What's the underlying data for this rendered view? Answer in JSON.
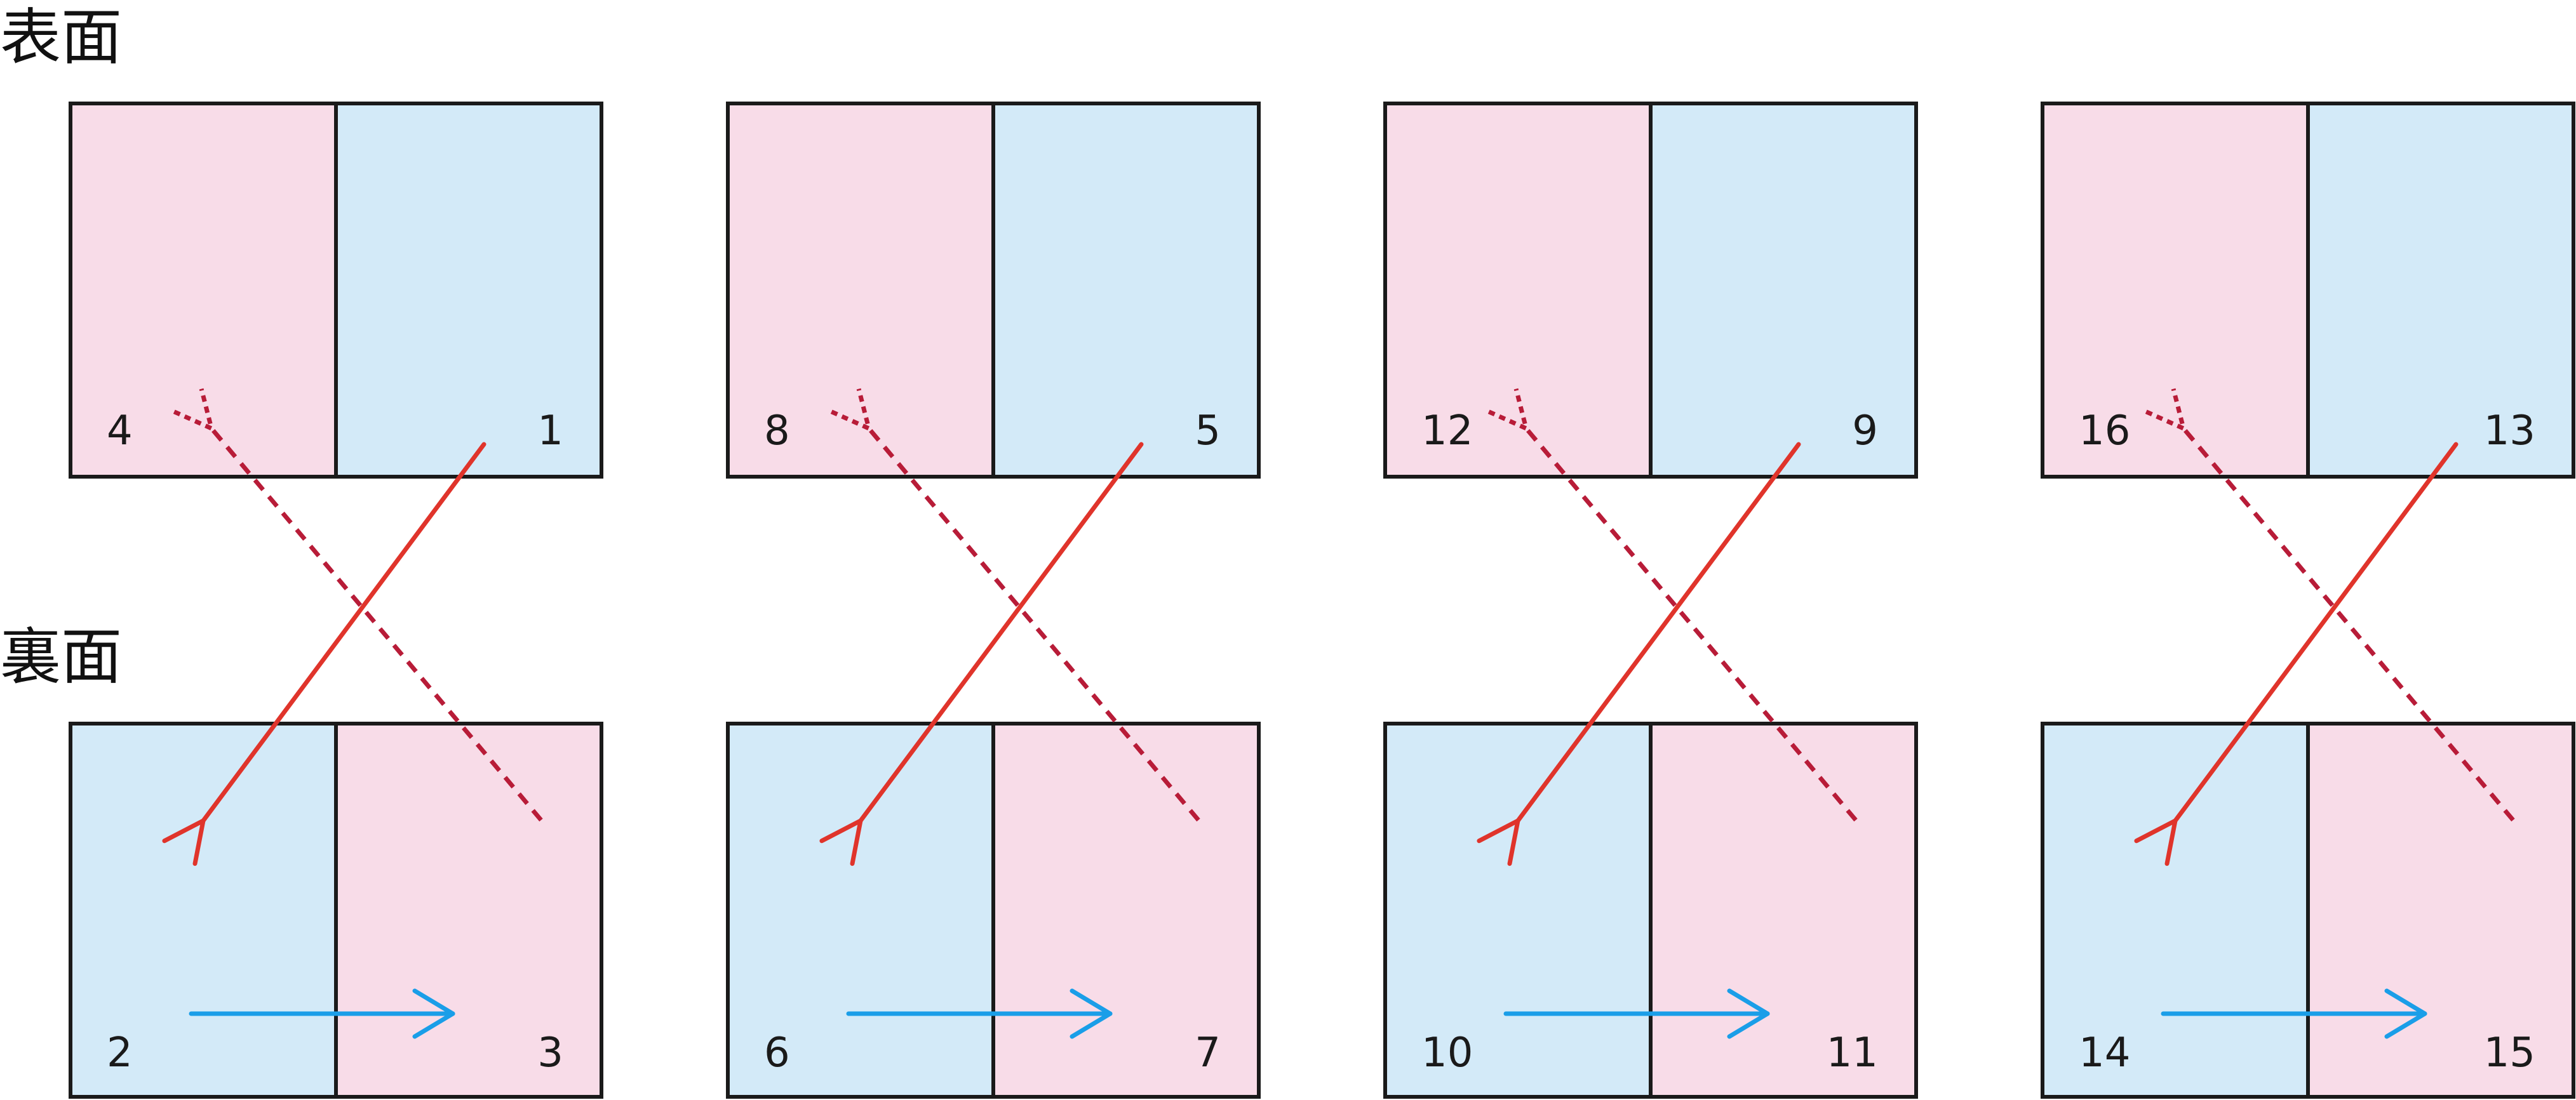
{
  "labels": {
    "front": "表面",
    "back": "裏面"
  },
  "colors": {
    "pink_panel": "#f8dce8",
    "blue_panel": "#d3eaf8",
    "outline": "#1a1a1a",
    "arrow_red": "#e0342b",
    "arrow_dashed": "#b81c38",
    "arrow_blue": "#1a9ee8"
  },
  "sheets": [
    {
      "front": {
        "left": "4",
        "right": "1"
      },
      "back": {
        "left": "2",
        "right": "3"
      }
    },
    {
      "front": {
        "left": "8",
        "right": "5"
      },
      "back": {
        "left": "6",
        "right": "7"
      }
    },
    {
      "front": {
        "left": "12",
        "right": "9"
      },
      "back": {
        "left": "10",
        "right": "11"
      }
    },
    {
      "front": {
        "left": "16",
        "right": "13"
      },
      "back": {
        "left": "14",
        "right": "15"
      }
    }
  ]
}
